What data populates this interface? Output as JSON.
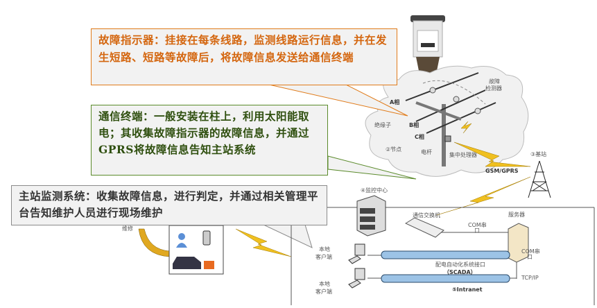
{
  "callouts": {
    "fault_indicator": "故障指示器：挂接在每条线路，监测线路运行信息，并在发生短路、短路等故障后，将故障信息发送给通信终端",
    "comm_terminal": "通信终端：一般安装在柱上，利用太阳能取电；其收集故障指示器的故障信息，并通过GPRS将故障信息告知主站系统",
    "master_station": "主站监测系统：收集故障信息，进行判定，并通过相关管理平台告知维护人员进行现场维护"
  },
  "diagram": {
    "node_labels": {
      "fault_detector": [
        "故障",
        "检测器"
      ],
      "phase_a": "A相",
      "phase_b": "B相",
      "phase_c": "C相",
      "insulator": "绝缘子",
      "node": "②节点",
      "pole": "电杆",
      "processor": "集中处理器"
    },
    "base_station": "③基站",
    "gsm": "GSM/GPRS",
    "monitor_center": "④监控中心",
    "switch": "通信交换机",
    "server": "服务器",
    "com_port_1": [
      "COM串",
      "口"
    ],
    "com_port_2": [
      "COM串",
      "口"
    ],
    "tcpip": "TCP/IP",
    "client_1": [
      "本地",
      "客户端"
    ],
    "client_2": [
      "本地",
      "客户端"
    ],
    "scada_1": "配电自动化系统接口",
    "scada_2": "（SCADA）",
    "intranet": "⑤Intranet",
    "maintenance": "维修"
  },
  "colors": {
    "orange": "#e07b1a",
    "green": "#5a8a2a",
    "bolt": "#f0c020",
    "pipe": "#9cc3e6"
  }
}
